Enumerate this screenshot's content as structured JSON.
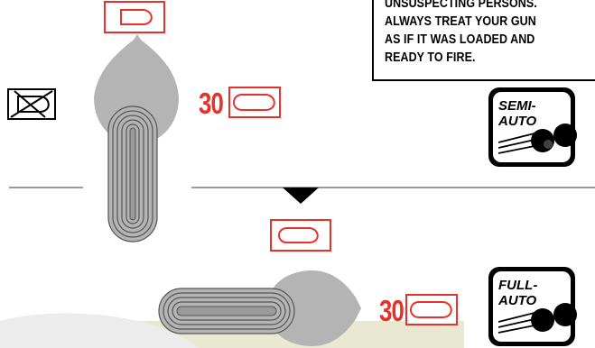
{
  "warning": {
    "lines": [
      "UNSUSPECTING PERSONS.",
      "ALWAYS TREAT YOUR GUN",
      "AS IF IT WAS LOADED AND",
      "READY TO FIRE."
    ]
  },
  "semi_mode": {
    "count": "30",
    "badge_line1": "SEMI-",
    "badge_line2": "AUTO"
  },
  "full_mode": {
    "count": "30",
    "badge_line1": "FULL-",
    "badge_line2": "AUTO"
  },
  "colors": {
    "accent_red": "#e8312a",
    "knob_gray": "#b4b4b4",
    "divider_gray": "#9a9a9a",
    "footer_tint": "#e9e8d2"
  }
}
